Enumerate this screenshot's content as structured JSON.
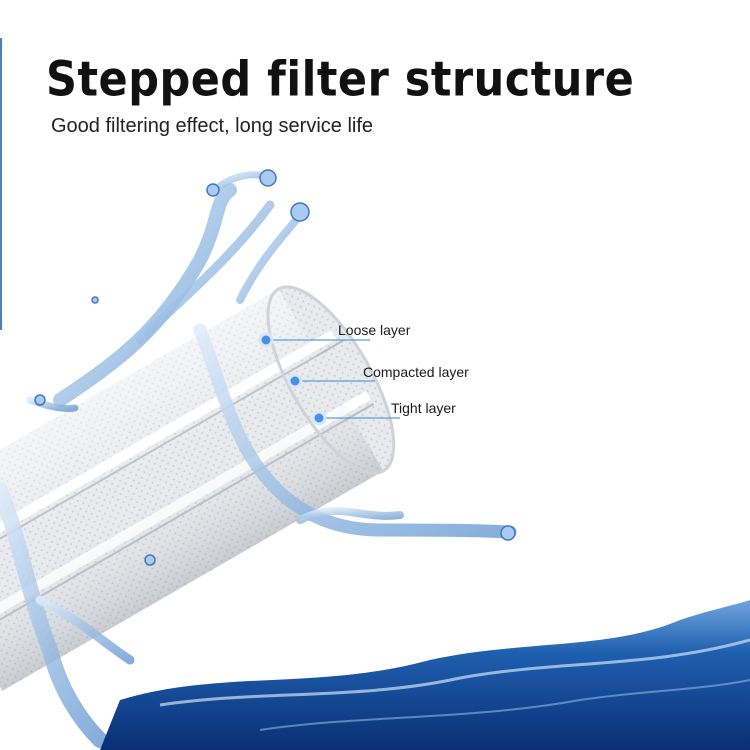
{
  "header": {
    "title": "Stepped filter structure",
    "subtitle": "Good filtering effect, long service life"
  },
  "callouts": [
    {
      "label": "Loose layer"
    },
    {
      "label": "Compacted layer"
    },
    {
      "label": "Tight layer"
    }
  ],
  "colors": {
    "accent_blue": "#4a90e2",
    "water_deep": "#0d3f8a",
    "water_light": "#9cc6ee",
    "filter_white": "#e9ebee",
    "text_dark": "#111111"
  }
}
